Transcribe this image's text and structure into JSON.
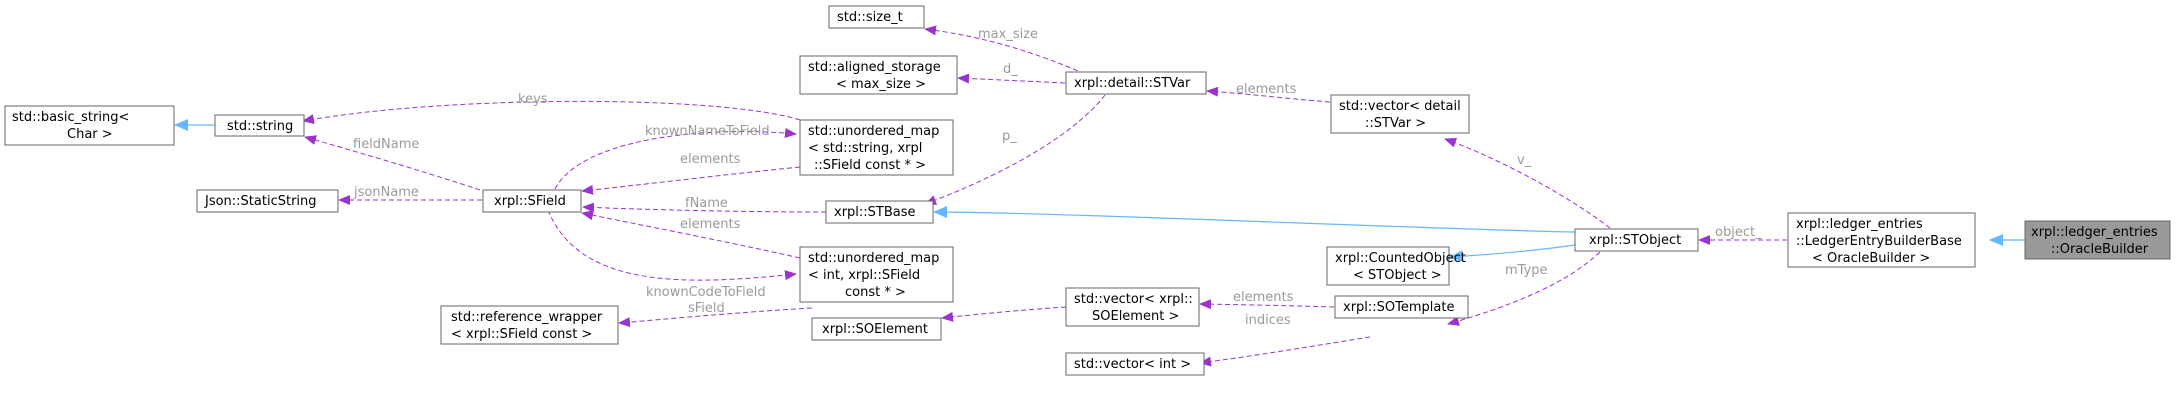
{
  "nodes": {
    "basic_string": [
      "std::basic_string<",
      "Char >"
    ],
    "std_string": [
      "std::string"
    ],
    "json_static": [
      "Json::StaticString"
    ],
    "sfield": [
      "xrpl::SField"
    ],
    "ref_wrapper": [
      "std::reference_wrapper",
      "< xrpl::SField const >"
    ],
    "size_t": [
      "std::size_t"
    ],
    "aligned": [
      "std::aligned_storage",
      "< max_size >"
    ],
    "umap_str": [
      "std::unordered_map",
      "< std::string, xrpl",
      "::SField const * >"
    ],
    "stbase": [
      "xrpl::STBase"
    ],
    "umap_int": [
      "std::unordered_map",
      "< int, xrpl::SField",
      "const * >"
    ],
    "soelement": [
      "xrpl::SOElement"
    ],
    "stvar": [
      "xrpl::detail::STVar"
    ],
    "vec_soel": [
      "std::vector< xrpl::",
      "SOElement >"
    ],
    "vec_int": [
      "std::vector< int >"
    ],
    "vec_stvar": [
      "std::vector< detail",
      "::STVar >"
    ],
    "counted": [
      "xrpl::CountedObject",
      "< STObject >"
    ],
    "sotemplate": [
      "xrpl::SOTemplate"
    ],
    "stobject": [
      "xrpl::STObject"
    ],
    "ledger_base": [
      "xrpl::ledger_entries",
      "::LedgerEntryBuilderBase",
      "< OracleBuilder >"
    ],
    "oracle": [
      "xrpl::ledger_entries",
      "::OracleBuilder"
    ]
  },
  "edge_labels": {
    "keys": "keys",
    "fieldName": "fieldName",
    "jsonName": "jsonName",
    "knownNameToField": "knownNameToField",
    "elements_umap_str": "elements",
    "fName": "fName",
    "elements_umap_int": "elements",
    "knownCodeToField": "knownCodeToField",
    "sField": "sField",
    "max_size": "max_size",
    "d_": "d_",
    "p_": "p_",
    "elements_stvar": "elements",
    "v_": "v_",
    "object_": "object_",
    "mType": "mType",
    "elements_soel": "elements",
    "indices": "indices"
  },
  "edge_colors": {
    "usage": "#9a32cd",
    "inheritance": "#63b8ff"
  }
}
